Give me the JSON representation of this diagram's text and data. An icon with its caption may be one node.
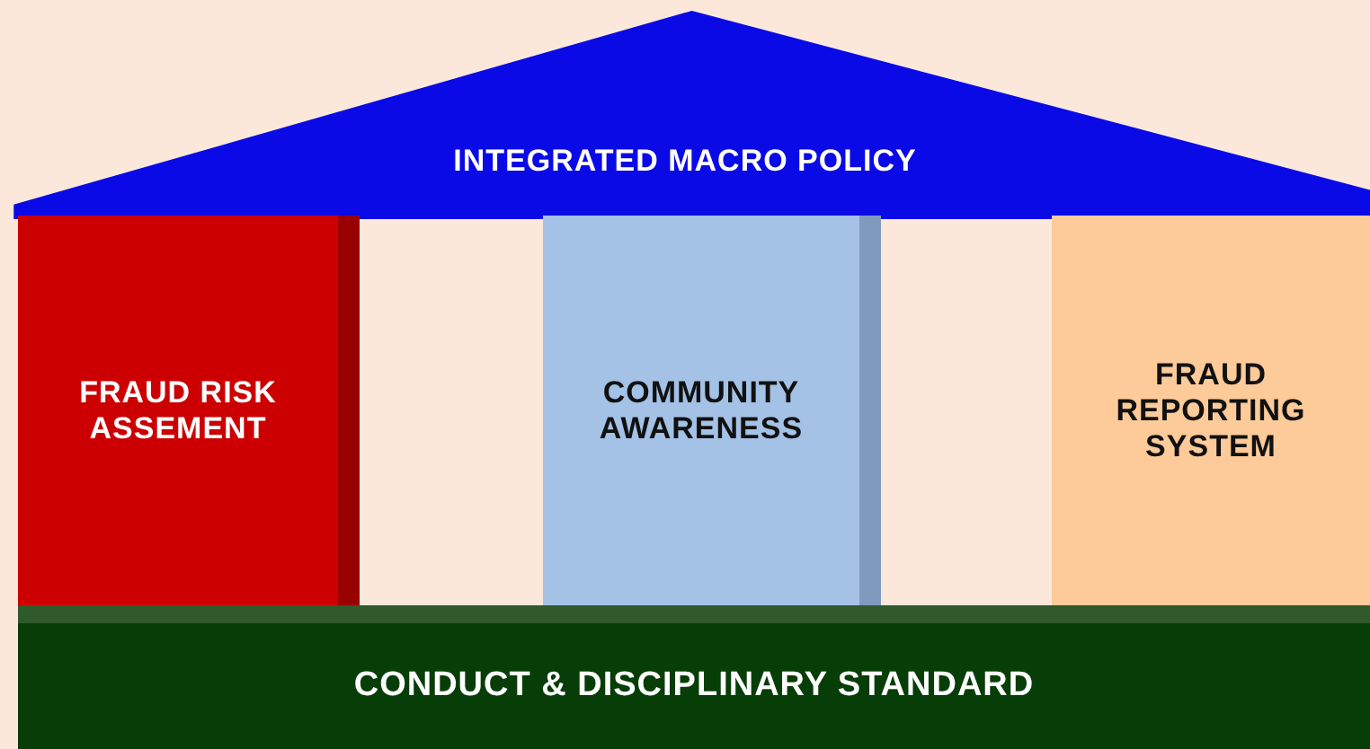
{
  "diagram": {
    "nodes": [
      {
        "text": [
          "INTEGRATED MACRO POLICY"
        ]
      },
      {
        "text": [
          "FRAUD RISK ASSEMENT"
        ]
      },
      {
        "text": [
          "COMMUNITY AWARENESS"
        ]
      },
      {
        "text": [
          "FRAUD REPORTING SYSTEM"
        ]
      },
      {
        "text": [
          "CONDUCT & DISCIPLINARY STANDARD"
        ]
      }
    ]
  }
}
